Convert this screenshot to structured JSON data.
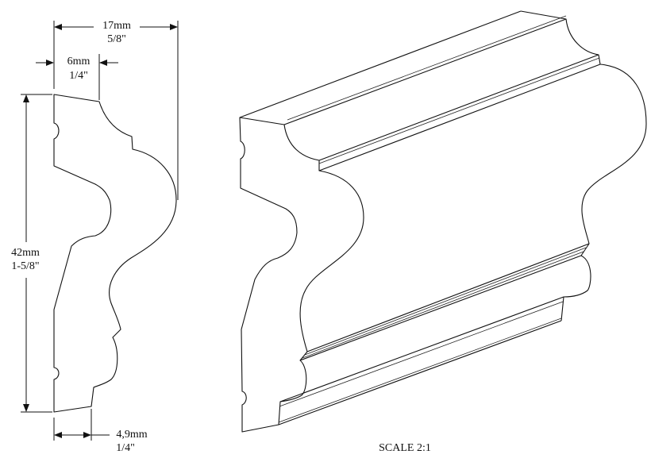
{
  "dimensions": {
    "overall_width": {
      "metric": "17mm",
      "imperial": "5/8\""
    },
    "top_width": {
      "metric": "6mm",
      "imperial": "1/4\""
    },
    "height": {
      "metric": "42mm",
      "imperial": "1-5/8\""
    },
    "bottom_width": {
      "metric": "4,9mm",
      "imperial": "1/4\""
    }
  },
  "scale_label": "SCALE  2:1",
  "colors": {
    "line": "#111111",
    "background": "#ffffff"
  }
}
